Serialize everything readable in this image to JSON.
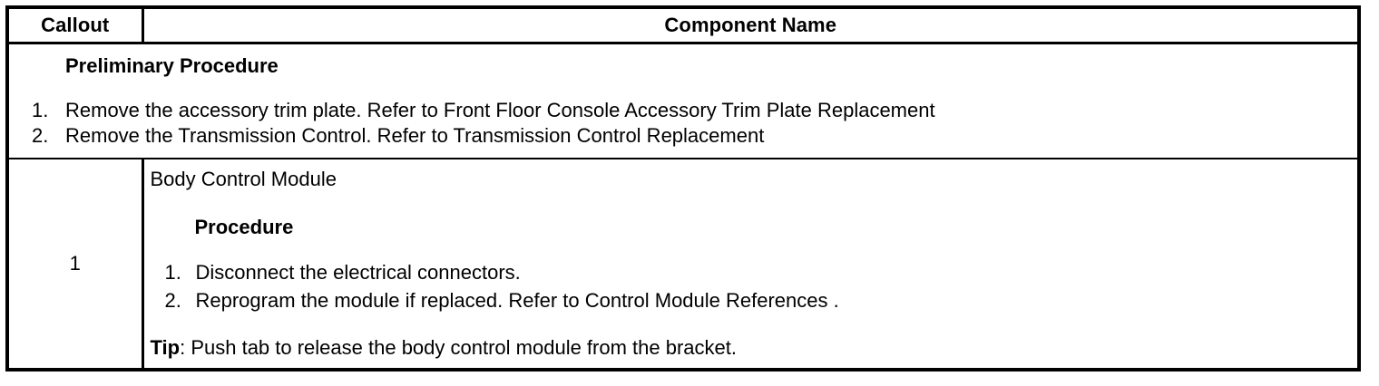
{
  "document": {
    "type": "service-procedure-table",
    "background_color": "#ffffff",
    "text_color": "#000000",
    "border_color": "#000000"
  },
  "table": {
    "headers": {
      "callout": "Callout",
      "component_name": "Component Name"
    },
    "preliminary": {
      "title": "Preliminary Procedure",
      "steps": [
        {
          "number": "1.",
          "text": "Remove the accessory trim plate. Refer to Front Floor Console Accessory Trim Plate Replacement"
        },
        {
          "number": "2.",
          "text": "Remove the Transmission Control. Refer to Transmission Control Replacement"
        }
      ]
    },
    "rows": [
      {
        "callout": "1",
        "component_name": "Body Control Module",
        "procedure_title": "Procedure",
        "procedure_steps": [
          {
            "number": "1.",
            "text": "Disconnect the electrical connectors."
          },
          {
            "number": "2.",
            "text": "Reprogram the module if replaced. Refer to Control Module References ."
          }
        ],
        "tip_label": "Tip",
        "tip_text": ": Push tab to release the body control module from the bracket."
      }
    ]
  }
}
